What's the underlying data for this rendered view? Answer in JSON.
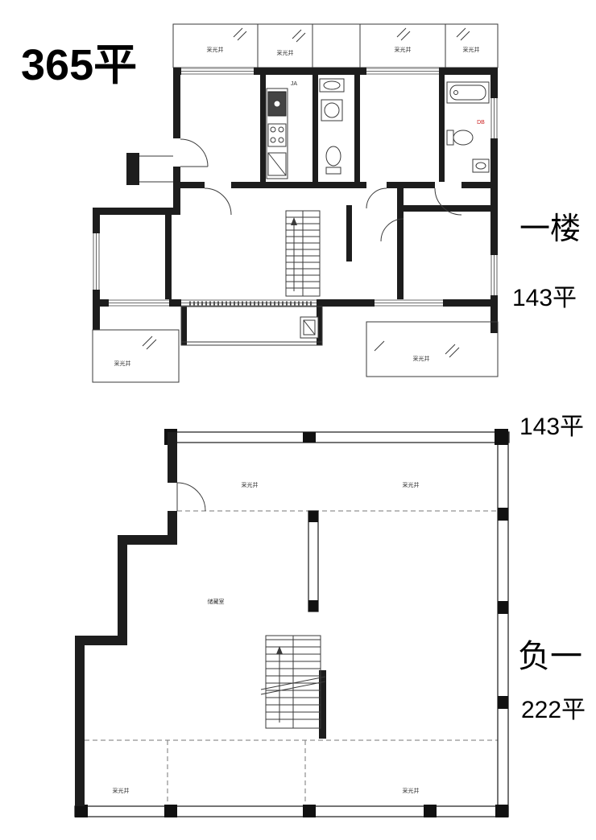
{
  "title": {
    "total_area": "365平"
  },
  "floor1": {
    "name": "一楼",
    "area": "143平",
    "lightwell_label": "采光井",
    "kitchen_code": "JA",
    "fixture_code": "DB"
  },
  "floor2": {
    "area": "143平"
  },
  "basement": {
    "name": "负一",
    "area": "222平",
    "lightwell_label": "采光井",
    "storage_label": "储藏室"
  },
  "colors": {
    "wall": "#1d1d1d",
    "line": "#3a3a3a",
    "dashed": "#777777",
    "accent_red": "#cc2222",
    "background": "#ffffff"
  }
}
